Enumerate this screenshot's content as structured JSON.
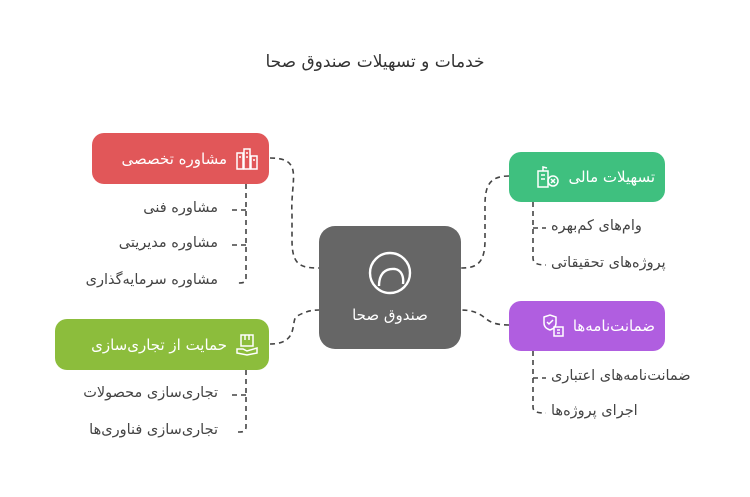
{
  "title": "خدمات و تسهیلات صندوق صحا",
  "center": {
    "label": "صندوق صحا",
    "color": "#666666",
    "icon": "circle-arc-icon"
  },
  "branches": [
    {
      "label": "مشاوره تخصصی",
      "color": "#e15759",
      "icon": "buildings-icon",
      "items": [
        "مشاوره فنی",
        "مشاوره مدیریتی",
        "مشاوره سرمایه‌گذاری"
      ]
    },
    {
      "label": "حمایت از تجاری‌سازی",
      "color": "#8cbd3c",
      "icon": "box-hand-icon",
      "items": [
        "تجاری‌سازی محصولات",
        "تجاری‌سازی فناوری‌ها"
      ]
    },
    {
      "label": "تسهیلات مالی",
      "color": "#3fc07f",
      "icon": "finance-building-icon",
      "items": [
        "وام‌های کم‌بهره",
        "پروژه‌های تحقیقاتی"
      ]
    },
    {
      "label": "ضمانت‌نامه‌ها",
      "color": "#b05ee0",
      "icon": "shield-building-icon",
      "items": [
        "ضمانت‌نامه‌های اعتباری",
        "اجرای پروژه‌ها"
      ]
    }
  ]
}
